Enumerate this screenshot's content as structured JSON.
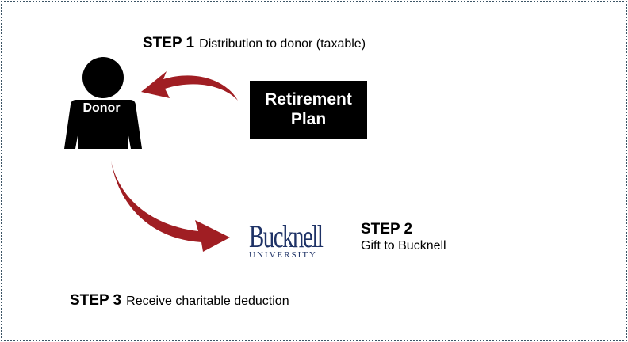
{
  "step1": {
    "title": "STEP 1",
    "description": "Distribution to donor (taxable)"
  },
  "step2": {
    "title": "STEP 2",
    "description": "Gift to Bucknell"
  },
  "step3": {
    "title": "STEP 3",
    "description": "Receive charitable deduction"
  },
  "donor": {
    "label": "Donor"
  },
  "retirement_plan": {
    "label": "Retirement Plan"
  },
  "logo": {
    "name": "Bucknell",
    "subtitle": "UNIVERSITY"
  },
  "colors": {
    "arrow": "#a01e23",
    "logo": "#1e3266",
    "frame_border": "#3d5566",
    "box_fill": "#000000"
  },
  "icons": {
    "donor": "person-silhouette-icon",
    "distribution_arrow": "curved-arrow-left-icon",
    "gift_arrow": "curved-arrow-down-right-icon"
  }
}
